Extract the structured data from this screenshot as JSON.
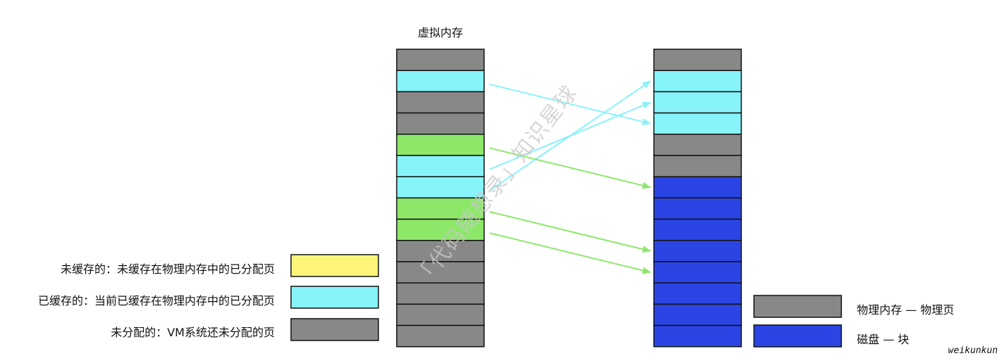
{
  "diagram": {
    "title": "虚拟内存",
    "colors": {
      "uncached": "#fdf57a",
      "cached": "#87f3fa",
      "unallocated": "#888888",
      "allocated_disk": "#8de86a",
      "physical_page": "#888888",
      "disk_block": "#2b45e4",
      "arrow_cached": "#87f3fa",
      "arrow_disk": "#8de86a"
    },
    "virtual_pages": [
      "unallocated",
      "cached",
      "unallocated",
      "unallocated",
      "disk",
      "cached",
      "cached",
      "disk",
      "disk",
      "unallocated",
      "unallocated",
      "unallocated",
      "unallocated",
      "unallocated"
    ],
    "physical_pages": [
      "physical",
      "cached",
      "cached",
      "cached",
      "physical",
      "physical",
      "block",
      "block",
      "block",
      "block",
      "block",
      "block",
      "block",
      "block"
    ],
    "mappings": [
      {
        "from": 1,
        "to": 3,
        "kind": "cached"
      },
      {
        "from": 5,
        "to": 2,
        "kind": "cached"
      },
      {
        "from": 6,
        "to": 1,
        "kind": "cached"
      },
      {
        "from": 4,
        "to": 6,
        "kind": "disk"
      },
      {
        "from": 7,
        "to": 9,
        "kind": "disk"
      },
      {
        "from": 8,
        "to": 10,
        "kind": "disk"
      }
    ]
  },
  "legend_left": [
    {
      "label": "未缓存的：未缓存在物理内存中的已分配页",
      "swatch": "uncached"
    },
    {
      "label": "已缓存的：当前已缓存在物理内存中的已分配页",
      "swatch": "cached"
    },
    {
      "label": "未分配的：VM系统还未分配的页",
      "swatch": "unallocated"
    }
  ],
  "legend_right": [
    {
      "label": "物理内存 — 物理页",
      "swatch": "physical_page"
    },
    {
      "label": "磁盘 — 块",
      "swatch": "disk_block"
    }
  ],
  "watermark": "「代码随想录」知识星球",
  "credit": "weikunkun"
}
